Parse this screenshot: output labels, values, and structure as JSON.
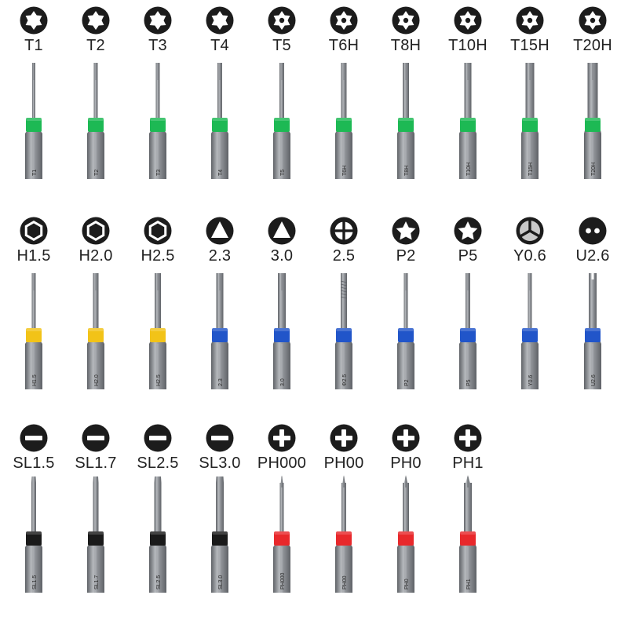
{
  "rows": [
    {
      "items": [
        {
          "label": "T1",
          "icon": "torx-icon",
          "tip": "torx",
          "tipWidth": 4,
          "band": "#1db954",
          "etch": "T1"
        },
        {
          "label": "T2",
          "icon": "torx-icon",
          "tip": "torx",
          "tipWidth": 5,
          "band": "#1db954",
          "etch": "T2"
        },
        {
          "label": "T3",
          "icon": "torx-icon",
          "tip": "torx",
          "tipWidth": 5,
          "band": "#1db954",
          "etch": "T3"
        },
        {
          "label": "T4",
          "icon": "torx-icon",
          "tip": "torx",
          "tipWidth": 6,
          "band": "#1db954",
          "etch": "T4"
        },
        {
          "label": "T5",
          "icon": "torx-security-icon",
          "tip": "torx",
          "tipWidth": 6,
          "band": "#1db954",
          "etch": "T5"
        },
        {
          "label": "T6H",
          "icon": "torx-security-icon",
          "tip": "torx",
          "tipWidth": 7,
          "band": "#1db954",
          "etch": "T6H"
        },
        {
          "label": "T8H",
          "icon": "torx-security-icon",
          "tip": "torx",
          "tipWidth": 8,
          "band": "#1db954",
          "etch": "T8H"
        },
        {
          "label": "T10H",
          "icon": "torx-security-icon",
          "tip": "torx",
          "tipWidth": 9,
          "band": "#1db954",
          "etch": "T10H"
        },
        {
          "label": "T15H",
          "icon": "torx-security-icon",
          "tip": "torx",
          "tipWidth": 11,
          "band": "#1db954",
          "etch": "T15H"
        },
        {
          "label": "T20H",
          "icon": "torx-security-icon",
          "tip": "torx",
          "tipWidth": 13,
          "band": "#1db954",
          "etch": "T20H"
        }
      ]
    },
    {
      "items": [
        {
          "label": "H1.5",
          "icon": "hex-icon",
          "tip": "hex",
          "tipWidth": 5,
          "band": "#f2c318",
          "etch": "H1.5"
        },
        {
          "label": "H2.0",
          "icon": "hex-icon",
          "tip": "hex",
          "tipWidth": 7,
          "band": "#f2c318",
          "etch": "H2.0"
        },
        {
          "label": "H2.5",
          "icon": "hex-icon",
          "tip": "hex",
          "tipWidth": 8,
          "band": "#f2c318",
          "etch": "H2.5"
        },
        {
          "label": "2.3",
          "icon": "triangle-icon",
          "tip": "triangle",
          "tipWidth": 9,
          "band": "#2155c9",
          "etch": "2.3"
        },
        {
          "label": "3.0",
          "icon": "triangle-icon",
          "tip": "triangle",
          "tipWidth": 10,
          "band": "#2155c9",
          "etch": "3.0"
        },
        {
          "label": "2.5",
          "icon": "cross-split-icon",
          "tip": "cross",
          "tipWidth": 8,
          "band": "#2155c9",
          "etch": "Φ2.5"
        },
        {
          "label": "P2",
          "icon": "pentalobe-icon",
          "tip": "pentalobe",
          "tipWidth": 5,
          "band": "#2155c9",
          "etch": "P2"
        },
        {
          "label": "P5",
          "icon": "pentalobe-icon",
          "tip": "pentalobe",
          "tipWidth": 6,
          "band": "#2155c9",
          "etch": "P5"
        },
        {
          "label": "Y0.6",
          "icon": "tri-wing-icon",
          "tip": "y",
          "tipWidth": 5,
          "band": "#2155c9",
          "etch": "Y0.6"
        },
        {
          "label": "U2.6",
          "icon": "u-type-icon",
          "tip": "u",
          "tipWidth": 10,
          "band": "#2155c9",
          "etch": "U2.6"
        }
      ]
    },
    {
      "items": [
        {
          "label": "SL1.5",
          "icon": "slotted-icon",
          "tip": "slot",
          "tipWidth": 6,
          "band": "#1a1a1a",
          "etch": "SL1.5"
        },
        {
          "label": "SL1.7",
          "icon": "slotted-icon",
          "tip": "slot",
          "tipWidth": 7,
          "band": "#1a1a1a",
          "etch": "SL1.7"
        },
        {
          "label": "SL2.5",
          "icon": "slotted-icon",
          "tip": "slot",
          "tipWidth": 9,
          "band": "#1a1a1a",
          "etch": "SL2.5"
        },
        {
          "label": "SL3.0",
          "icon": "slotted-icon",
          "tip": "slot",
          "tipWidth": 10,
          "band": "#1a1a1a",
          "etch": "SL3.0"
        },
        {
          "label": "PH000",
          "icon": "phillips-icon",
          "tip": "phillips",
          "tipWidth": 5,
          "band": "#e8282b",
          "etch": "PH000"
        },
        {
          "label": "PH00",
          "icon": "phillips-icon",
          "tip": "phillips",
          "tipWidth": 6,
          "band": "#e8282b",
          "etch": "PH00"
        },
        {
          "label": "PH0",
          "icon": "phillips-icon",
          "tip": "phillips",
          "tipWidth": 8,
          "band": "#e8282b",
          "etch": "PH0"
        },
        {
          "label": "PH1",
          "icon": "phillips-icon",
          "tip": "phillips",
          "tipWidth": 10,
          "band": "#e8282b",
          "etch": "PH1"
        }
      ]
    }
  ],
  "colors": {
    "steel": "#8e9196",
    "steelLight": "#b6b9bd",
    "steelDark": "#5f6267",
    "iconFill": "#1c1c1c"
  }
}
